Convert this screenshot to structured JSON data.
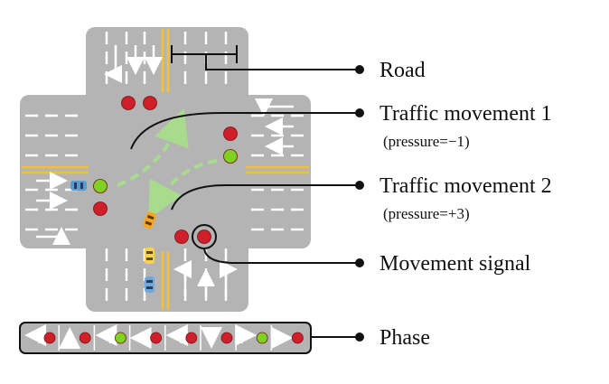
{
  "colors": {
    "road": "#b4b4b4",
    "road_edge": "#9a9a9a",
    "lane_marking": "#ffffff",
    "center_line": "#f2c230",
    "signal_red": "#cf1f2a",
    "signal_green": "#7ed321",
    "flow_arrow": "#a8dc8c",
    "leader_line": "#111111"
  },
  "labels": {
    "road": "Road",
    "movement1": "Traffic movement 1",
    "movement1_pressure": "(pressure=−1)",
    "movement2": "Traffic movement 2",
    "movement2_pressure": "(pressure=+3)",
    "movement_signal": "Movement signal",
    "phase": "Phase"
  },
  "phase_bar": {
    "cells": [
      {
        "arrow": "turn-left",
        "signal": "red"
      },
      {
        "arrow": "straight-up",
        "signal": "red"
      },
      {
        "arrow": "turn-left",
        "signal": "green"
      },
      {
        "arrow": "straight-left",
        "signal": "red"
      },
      {
        "arrow": "turn-left",
        "signal": "red"
      },
      {
        "arrow": "straight-down",
        "signal": "red"
      },
      {
        "arrow": "turn-right",
        "signal": "green"
      },
      {
        "arrow": "straight-right",
        "signal": "red"
      }
    ]
  },
  "intersection_signals": [
    {
      "name": "north-signal-1",
      "state": "red"
    },
    {
      "name": "north-signal-2",
      "state": "red"
    },
    {
      "name": "east-signal-1",
      "state": "red"
    },
    {
      "name": "east-signal-2",
      "state": "green"
    },
    {
      "name": "west-signal-1",
      "state": "green"
    },
    {
      "name": "west-signal-2",
      "state": "red"
    },
    {
      "name": "south-signal-1",
      "state": "red"
    },
    {
      "name": "south-signal-2",
      "state": "red"
    }
  ]
}
